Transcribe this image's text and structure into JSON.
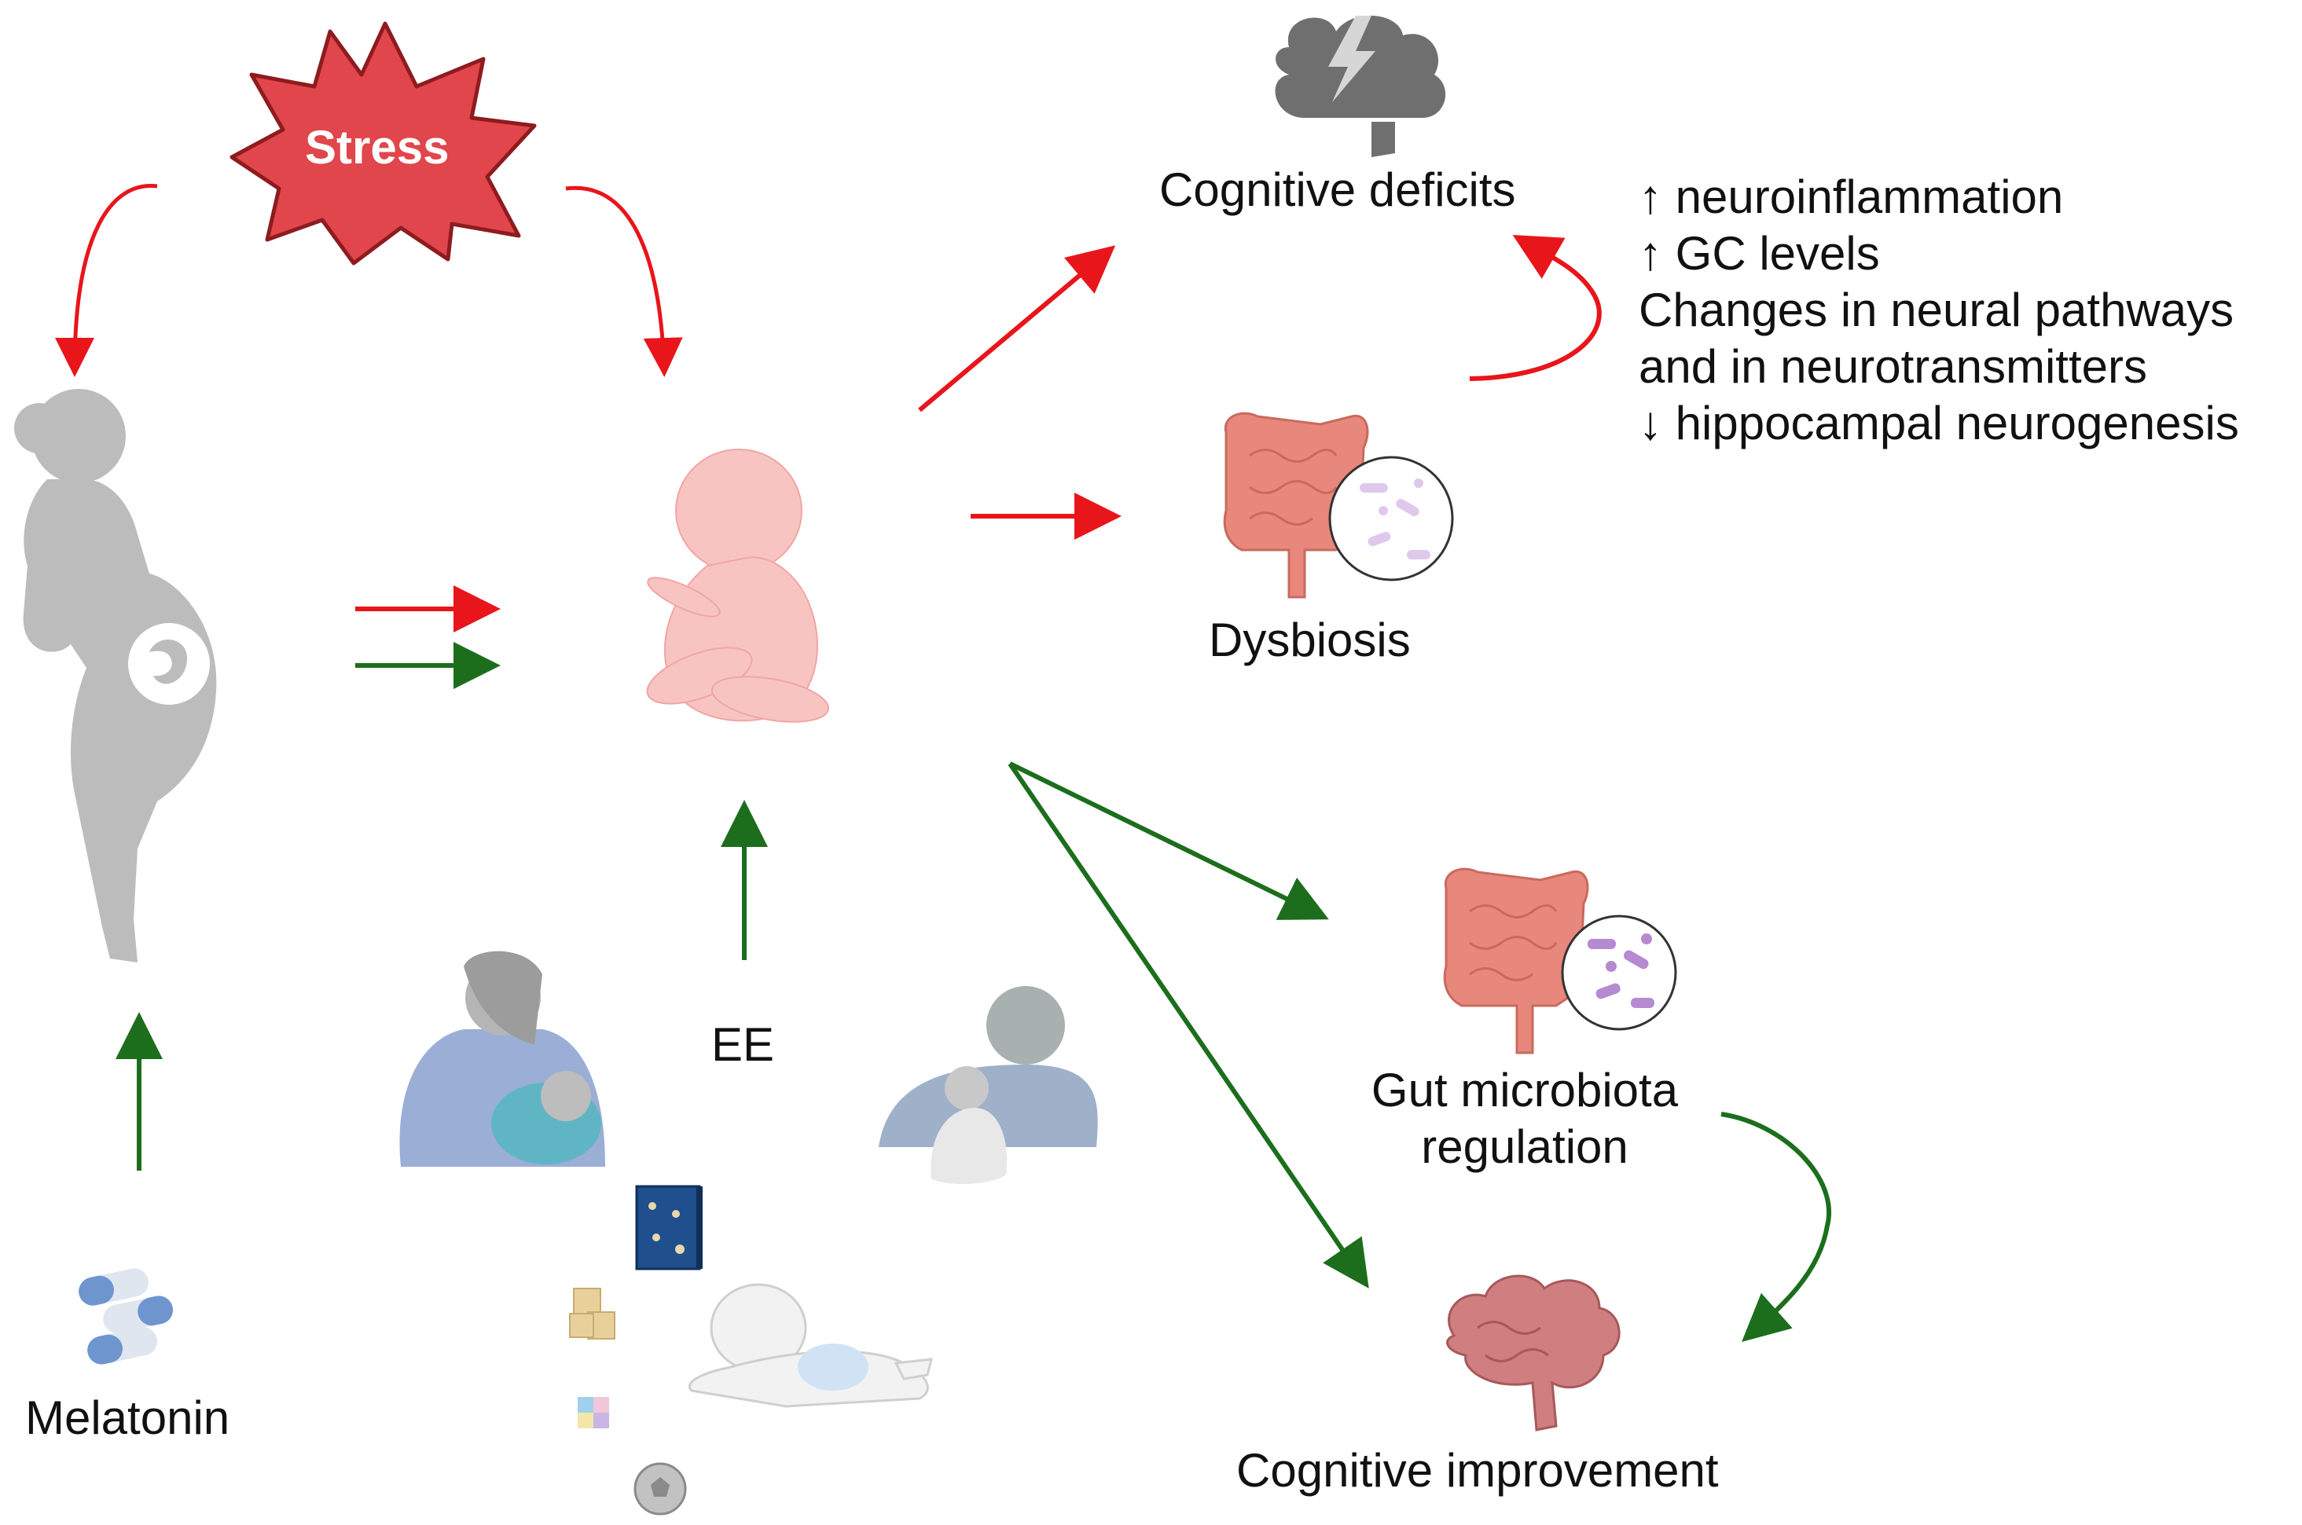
{
  "labels": {
    "stress": "Stress",
    "cognitive_deficits": "Cognitive deficits",
    "dysbiosis": "Dysbiosis",
    "gut_microbiota_regulation_line1": "Gut microbiota",
    "gut_microbiota_regulation_line2": "regulation",
    "cognitive_improvement": "Cognitive improvement",
    "ee": "EE",
    "melatonin": "Melatonin"
  },
  "effects_list": [
    "↑  neuroinflammation",
    "↑  GC levels",
    "Changes in neural pathways",
    "and in neurotransmitters",
    "↓  hippocampal neurogenesis"
  ],
  "colors": {
    "negative_arrow": "#e8151b",
    "positive_arrow": "#1c6e1c",
    "stress_fill": "#e0464b",
    "stress_stroke": "#8e1b1f",
    "figure_gray": "#bcbcbc",
    "fetus_pink": "#f7c4c2",
    "gut_pink": "#e8877b",
    "microbe_purple": "#b58ad0",
    "brain_pink": "#cf7f80",
    "brain_gray": "#7a7a7a"
  },
  "icons": [
    "stress-burst-icon",
    "pregnant-woman-icon",
    "fetus-icon",
    "storm-brain-icon",
    "gut-dysbiosis-icon",
    "gut-healthy-icon",
    "brain-icon",
    "capsules-icon",
    "breastfeeding-mother-icon",
    "parent-with-child-icon",
    "picture-book-icon",
    "building-blocks-icon",
    "puzzle-icon",
    "ball-icon",
    "crawling-baby-icon"
  ]
}
